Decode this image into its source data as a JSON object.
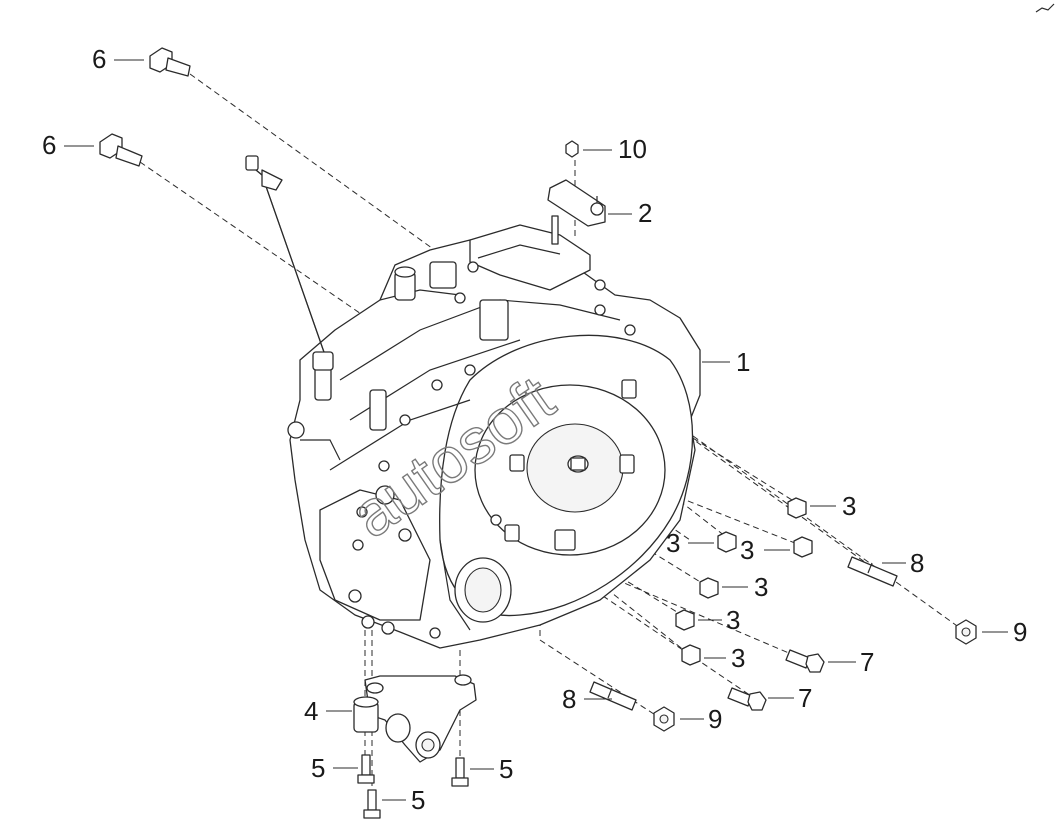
{
  "watermark": "autosoft",
  "callouts": [
    {
      "id": "c6a",
      "label": "6"
    },
    {
      "id": "c6b",
      "label": "6"
    },
    {
      "id": "c10",
      "label": "10"
    },
    {
      "id": "c2",
      "label": "2"
    },
    {
      "id": "c1",
      "label": "1"
    },
    {
      "id": "c3a",
      "label": "3"
    },
    {
      "id": "c3b",
      "label": "3"
    },
    {
      "id": "c3c",
      "label": "3"
    },
    {
      "id": "c3d",
      "label": "3"
    },
    {
      "id": "c3e",
      "label": "3"
    },
    {
      "id": "c3f",
      "label": "3"
    },
    {
      "id": "c8a",
      "label": "8"
    },
    {
      "id": "c9a",
      "label": "9"
    },
    {
      "id": "c7a",
      "label": "7"
    },
    {
      "id": "c7b",
      "label": "7"
    },
    {
      "id": "c8b",
      "label": "8"
    },
    {
      "id": "c9b",
      "label": "9"
    },
    {
      "id": "c4",
      "label": "4"
    },
    {
      "id": "c5a",
      "label": "5"
    },
    {
      "id": "c5b",
      "label": "5"
    },
    {
      "id": "c5c",
      "label": "5"
    }
  ]
}
